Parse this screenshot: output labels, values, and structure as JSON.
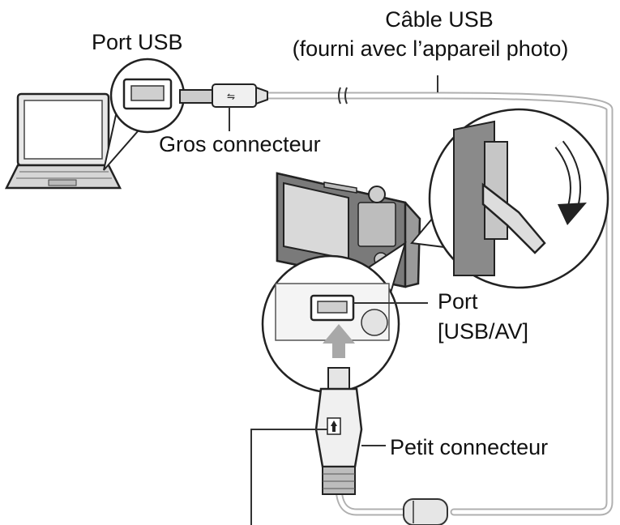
{
  "labels": {
    "port_usb": "Port USB",
    "cable_title": "Câble USB",
    "cable_subtitle": "(fourni avec l’appareil photo)",
    "gros_connecteur": "Gros connecteur",
    "port_usb_av_line1": "Port",
    "port_usb_av_line2": "[USB/AV]",
    "petit_connecteur": "Petit connecteur"
  },
  "icons": {
    "computer": "laptop-icon",
    "camera": "camera-icon",
    "cable": "usb-cable-icon",
    "arrow": "rotate-arrow-icon"
  },
  "colors": {
    "line": "#2a2a2a",
    "fill_light": "#f2f2f2",
    "fill_mid": "#c8c8c8",
    "fill_dark": "#6b6b6b",
    "cable": "#9a9a9a",
    "arrow": "#a8a8a8"
  }
}
